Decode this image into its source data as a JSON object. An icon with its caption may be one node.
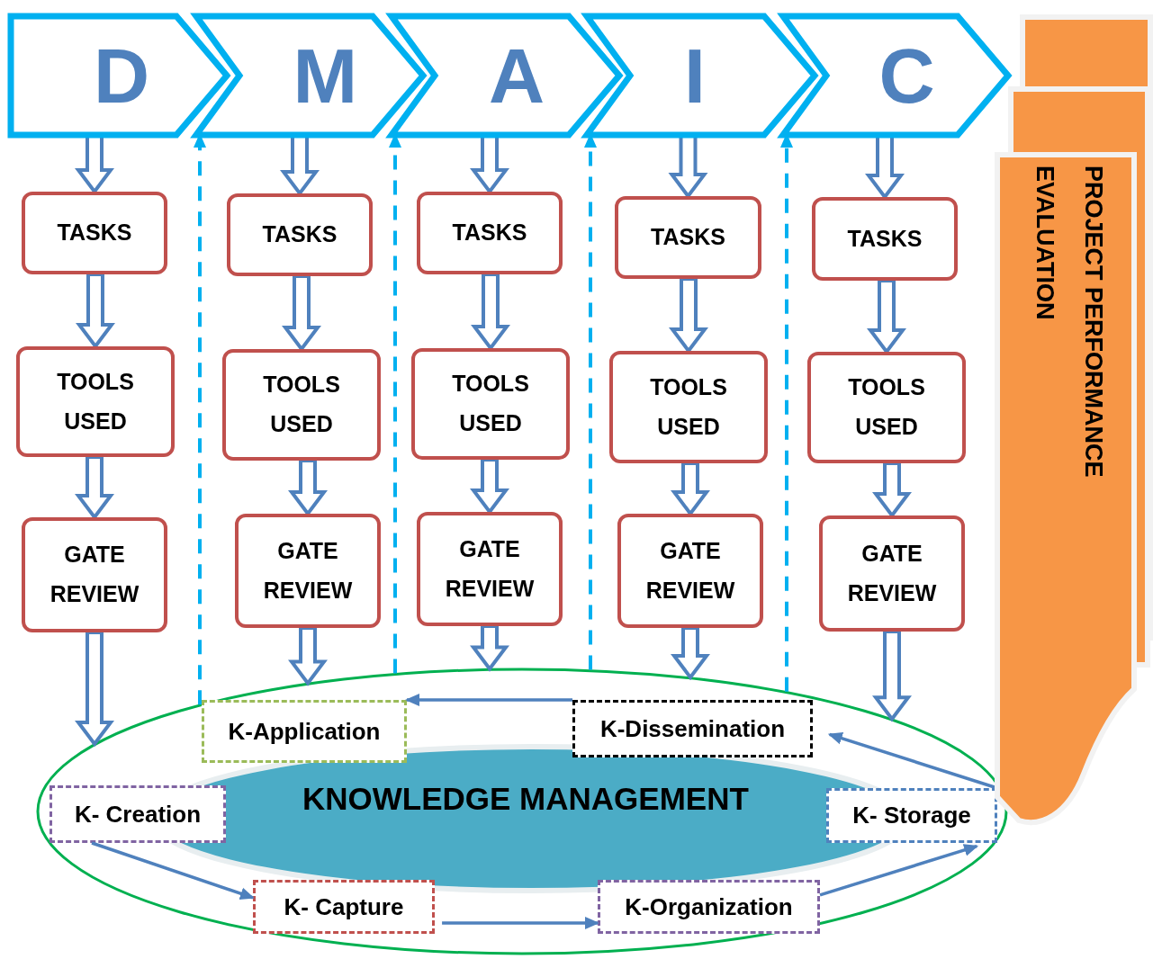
{
  "diagram": {
    "nodes": [
      {
        "text": [
          "D"
        ]
      },
      {
        "text": [
          "M"
        ]
      },
      {
        "text": [
          "A"
        ]
      },
      {
        "text": [
          "I"
        ]
      },
      {
        "text": [
          "C"
        ]
      },
      {
        "text": [
          "TASKS"
        ]
      },
      {
        "text": [
          "TOOLS USED"
        ]
      },
      {
        "text": [
          "GATE REVIEW"
        ]
      },
      {
        "text": [
          "TASKS"
        ]
      },
      {
        "text": [
          "TOOLS USED"
        ]
      },
      {
        "text": [
          "GATE REVIEW"
        ]
      },
      {
        "text": [
          "TASKS"
        ]
      },
      {
        "text": [
          "TOOLS USED"
        ]
      },
      {
        "text": [
          "GATE REVIEW"
        ]
      },
      {
        "text": [
          "TASKS"
        ]
      },
      {
        "text": [
          "TOOLS USED"
        ]
      },
      {
        "text": [
          "GATE REVIEW"
        ]
      },
      {
        "text": [
          "TASKS"
        ]
      },
      {
        "text": [
          "TOOLS USED"
        ]
      },
      {
        "text": [
          "GATE REVIEW"
        ]
      },
      {
        "text": [
          "PROJECT PERFORMANCE EVALUATION"
        ]
      },
      {
        "text": [
          "KNOWLEDGE MANAGEMENT"
        ]
      },
      {
        "text": [
          "K-Application"
        ],
        "in": 21
      },
      {
        "text": [
          "K-Dissemination"
        ],
        "in": 21
      },
      {
        "text": [
          "K- Creation"
        ],
        "in": 21
      },
      {
        "text": [
          "K- Storage"
        ],
        "in": 21
      },
      {
        "text": [
          "K- Capture"
        ],
        "in": 21
      },
      {
        "text": [
          "K-Organization"
        ],
        "in": 21
      }
    ],
    "edges": [
      {
        "from": 0,
        "to": 5,
        "arrow": "to",
        "style": "thick"
      },
      {
        "from": 5,
        "to": 6,
        "arrow": "to",
        "style": "thick"
      },
      {
        "from": 6,
        "to": 7,
        "arrow": "to",
        "style": "thick"
      },
      {
        "from": 7,
        "to": 21,
        "arrow": "to",
        "style": "thick"
      },
      {
        "from": 1,
        "to": 8,
        "arrow": "to",
        "style": "thick"
      },
      {
        "from": 8,
        "to": 9,
        "arrow": "to",
        "style": "thick"
      },
      {
        "from": 9,
        "to": 10,
        "arrow": "to",
        "style": "thick"
      },
      {
        "from": 10,
        "to": 21,
        "arrow": "to",
        "style": "thick"
      },
      {
        "from": 2,
        "to": 11,
        "arrow": "to",
        "style": "thick"
      },
      {
        "from": 11,
        "to": 12,
        "arrow": "to",
        "style": "thick"
      },
      {
        "from": 12,
        "to": 13,
        "arrow": "to",
        "style": "thick"
      },
      {
        "from": 13,
        "to": 21,
        "arrow": "to",
        "style": "thick"
      },
      {
        "from": 3,
        "to": 14,
        "arrow": "to",
        "style": "thick"
      },
      {
        "from": 14,
        "to": 15,
        "arrow": "to",
        "style": "thick"
      },
      {
        "from": 15,
        "to": 16,
        "arrow": "to",
        "style": "thick"
      },
      {
        "from": 16,
        "to": 21,
        "arrow": "to",
        "style": "thick"
      },
      {
        "from": 4,
        "to": 17,
        "arrow": "to",
        "style": "thick"
      },
      {
        "from": 17,
        "to": 18,
        "arrow": "to",
        "style": "thick"
      },
      {
        "from": 18,
        "to": 19,
        "arrow": "to",
        "style": "thick"
      },
      {
        "from": 19,
        "to": 21,
        "arrow": "to",
        "style": "thick"
      },
      {
        "from": 21,
        "to": 1,
        "arrow": "to",
        "style": "dashed",
        "color": "#00b0f0"
      },
      {
        "from": 21,
        "to": 2,
        "arrow": "to",
        "style": "dashed",
        "color": "#00b0f0"
      },
      {
        "from": 21,
        "to": 3,
        "arrow": "to",
        "style": "dashed",
        "color": "#00b0f0"
      },
      {
        "from": 21,
        "to": 4,
        "arrow": "to",
        "style": "dashed",
        "color": "#00b0f0"
      },
      {
        "from": 24,
        "to": 26,
        "arrow": "to"
      },
      {
        "from": 26,
        "to": 27,
        "arrow": "to"
      },
      {
        "from": 27,
        "to": 25,
        "arrow": "to"
      },
      {
        "from": 25,
        "to": 23,
        "arrow": "to"
      },
      {
        "from": 23,
        "to": 22,
        "arrow": "to"
      }
    ]
  }
}
